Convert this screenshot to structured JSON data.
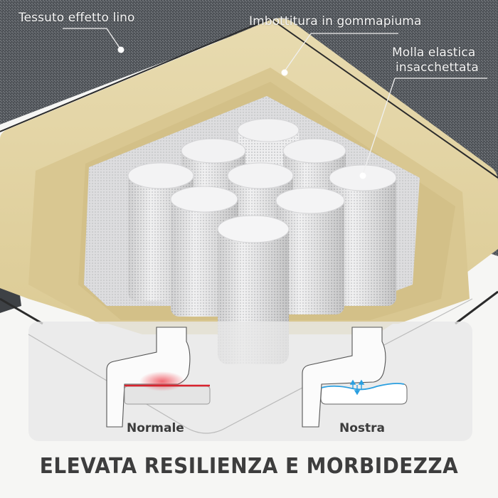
{
  "image": {
    "type": "product-infographic",
    "subject": "pocket-spring mattress cross-section"
  },
  "callouts": [
    {
      "id": "fabric",
      "text": "Tessuto effetto lino"
    },
    {
      "id": "foam",
      "text": "Imbottitura in gommapiuma"
    },
    {
      "id": "spring_line1",
      "text": "Molla elastica"
    },
    {
      "id": "spring_line2",
      "text": "insacchettata"
    }
  ],
  "comparison": {
    "left_label": "Normale",
    "right_label": "Nostra"
  },
  "headline": "ELEVATA RESILIENZA E MORBIDEZZA",
  "colors": {
    "fabric": "#4f5358",
    "foam": "#e3d4a6",
    "foam_shadow": "#cfbd86",
    "spring": "#e9e9ea",
    "panel": "#e6e6e6",
    "pressure_red": "#d9232e",
    "support_blue": "#2a9fe0",
    "headline_text": "#3d3d3d",
    "background": "#f6f6f4"
  }
}
